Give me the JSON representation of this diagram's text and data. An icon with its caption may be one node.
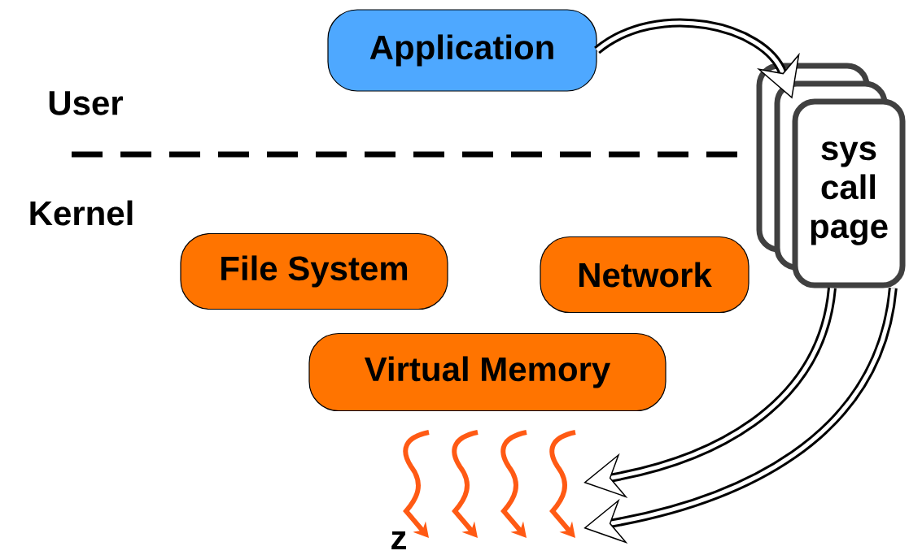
{
  "diagram": {
    "nodes": [
      {
        "text": [
          "Application"
        ]
      },
      {
        "text": [
          "sys call page"
        ]
      },
      {
        "text": [
          "File System"
        ]
      },
      {
        "text": [
          "Network"
        ]
      },
      {
        "text": [
          "Virtual Memory"
        ]
      },
      {
        "text": [],
        "shape": "squiggle"
      }
    ],
    "edges": [
      {
        "from": 0,
        "to": 1,
        "arrow": "to"
      },
      {
        "from": 1,
        "to": 5,
        "arrow": "to"
      },
      {
        "from": 1,
        "to": 5,
        "arrow": "to"
      }
    ],
    "labels": [
      "User",
      "Kernel",
      "z"
    ]
  }
}
